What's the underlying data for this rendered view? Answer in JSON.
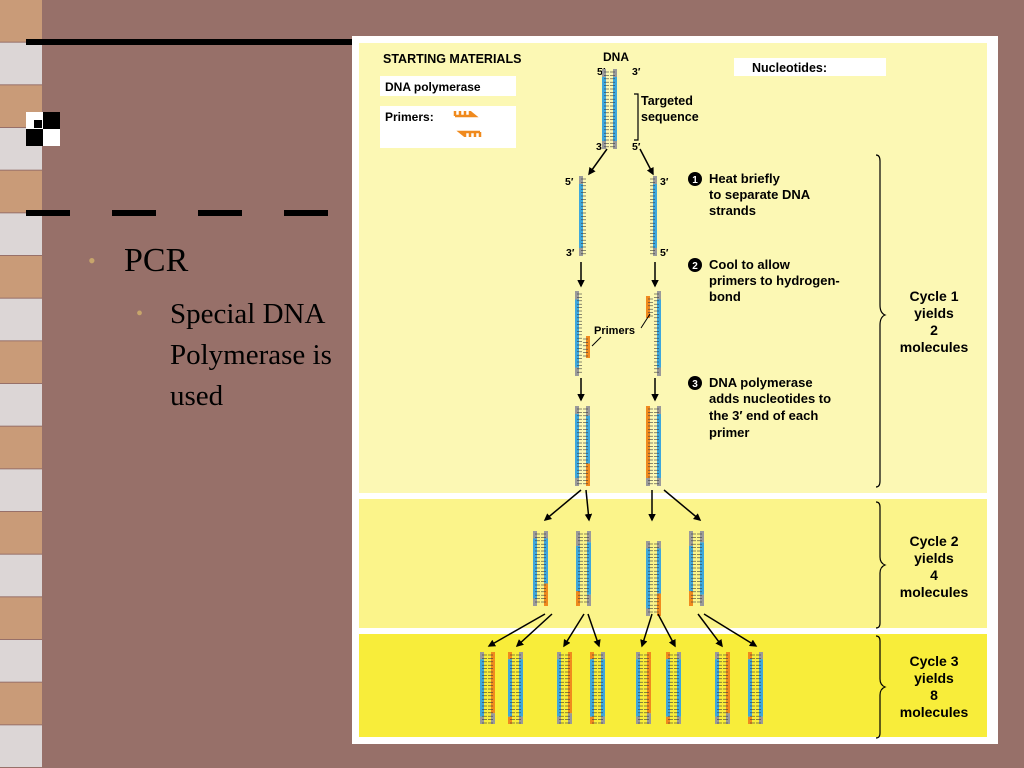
{
  "slide": {
    "bullet_1": "PCR",
    "bullet_2": "Special DNA Polymerase is used"
  },
  "figure": {
    "starting_materials": "STARTING MATERIALS",
    "dna_polymerase": "DNA polymerase",
    "primers_label": "Primers:",
    "nucleotides_label": "Nucleotides:",
    "dna": "DNA",
    "five_prime": "5′",
    "three_prime": "3′",
    "targeted_1": "Targeted",
    "targeted_2": "sequence",
    "step1_number": "1",
    "step1_line1": "Heat briefly",
    "step1_line2": "to separate DNA",
    "step1_line3": "strands",
    "step2_number": "2",
    "step2_line1": "Cool to allow",
    "step2_line2": "primers to hydrogen-",
    "step2_line3": "bond",
    "step3_number": "3",
    "step3_line1": "DNA polymerase",
    "step3_line2": "adds nucleotides to",
    "step3_line3": "the 3′ end of each",
    "step3_line4": "primer",
    "primers_callout": "Primers",
    "cycle1_line1": "Cycle 1",
    "cycle1_line2": "yields",
    "cycle1_line3": "2",
    "cycle1_line4": "molecules",
    "cycle2_line1": "Cycle 2",
    "cycle2_line2": "yields",
    "cycle2_line3": "4",
    "cycle2_line4": "molecules",
    "cycle3_line1": "Cycle 3",
    "cycle3_line2": "yields",
    "cycle3_line3": "8",
    "cycle3_line4": "molecules"
  },
  "colors": {
    "background": "#977069",
    "cycle1_panel": "#fcf8b4",
    "cycle2_panel": "#fbf48a",
    "cycle3_panel": "#f8ed3a",
    "strand_blue": "#3ea7dc",
    "primer_orange": "#f08a1e",
    "strand_grey": "#9a9a9a"
  }
}
